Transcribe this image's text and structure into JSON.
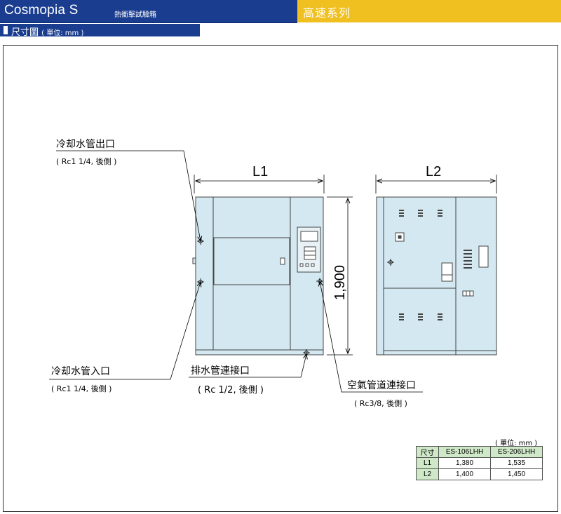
{
  "header": {
    "brand": "Cosmopia S",
    "subtitle": "熱衝擊試驗箱",
    "series": "高速系列"
  },
  "section": {
    "title": "尺寸圖",
    "unit": "( 單位: mm )"
  },
  "labels": {
    "cooling_out": "冷却水管出口",
    "cooling_out_spec": "( Rc1 1/4, 後側 )",
    "cooling_in": "冷却水管入口",
    "cooling_in_spec": "( Rc1 1/4, 後側 )",
    "drain": "排水管連接口",
    "drain_spec": "( Rc 1/2, 後側 )",
    "air": "空氣管道連接口",
    "air_spec": "( Rc3/8, 後側 )"
  },
  "dimensions": {
    "l1": "L1",
    "l2": "L2",
    "height": "1,900"
  },
  "table": {
    "unit": "( 單位: mm )",
    "headers": [
      "尺寸",
      "ES-106LHH",
      "ES-206LHH"
    ],
    "rows": [
      [
        "L1",
        "1,380",
        "1,535"
      ],
      [
        "L2",
        "1,400",
        "1,450"
      ]
    ]
  },
  "colors": {
    "brand_blue": "#1a3d8f",
    "series_yellow": "#f0c020",
    "cabinet": "#d3e8f0",
    "table_header": "#cfe8c8"
  }
}
